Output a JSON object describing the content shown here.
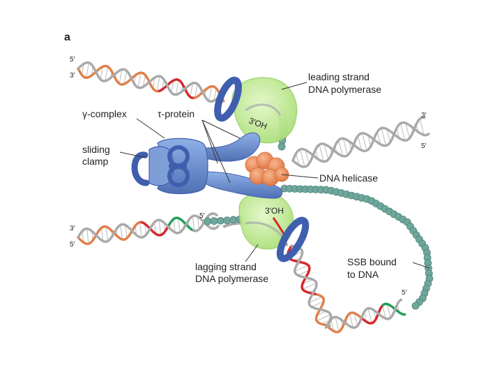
{
  "figure": {
    "panel_label": "a",
    "labels": {
      "leading_polymerase_line1": "leading strand",
      "leading_polymerase_line2": "DNA polymerase",
      "gamma_complex": "γ-complex",
      "tau_protein": "τ-protein",
      "sliding_clamp_line1": "sliding",
      "sliding_clamp_line2": "clamp",
      "dna_helicase": "DNA helicase",
      "lagging_polymerase_line1": "lagging strand",
      "lagging_polymerase_line2": "DNA polymerase",
      "ssb_line1": "SSB bound",
      "ssb_line2": "to DNA",
      "oh_leading": "3′OH",
      "oh_lagging": "3′OH"
    },
    "strand_ends": {
      "leading_template_5": "5′",
      "leading_template_3": "3′",
      "parental_3": "3′",
      "parental_5": "5′",
      "lagging_3": "3′",
      "lagging_5": "5′",
      "ssb_top_5": "5′",
      "loop_5": "5′"
    },
    "colors": {
      "template_strand": "#a9a9a9",
      "new_strand_leading": "#e07f4a",
      "new_strand_red": "#d6262d",
      "okazaki_green": "#1f9e56",
      "polymerase": "#c3ec9a",
      "clamp_and_complex": "#5a7ec2",
      "helicase": "#ef8c5c",
      "ssb_beads": "#6fa79d"
    }
  }
}
